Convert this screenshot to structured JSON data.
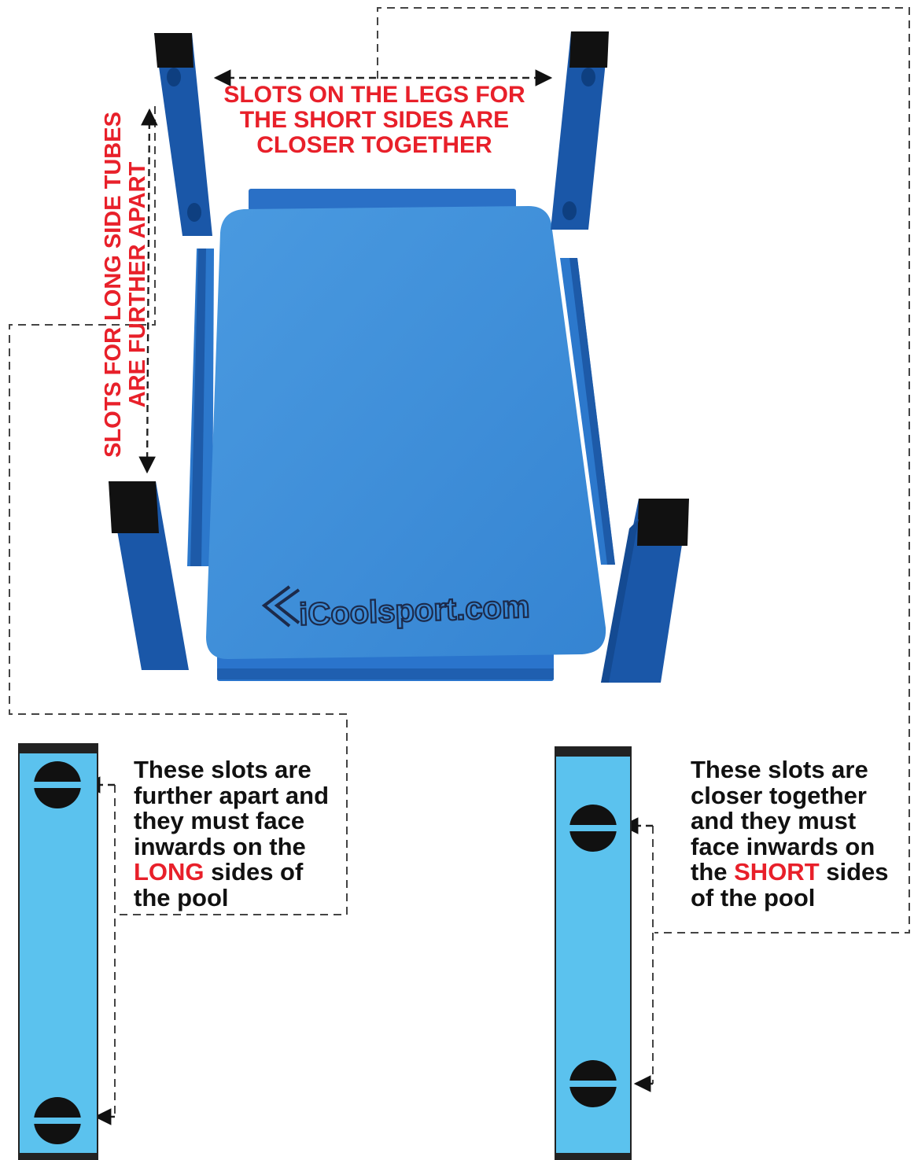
{
  "top_label": {
    "line1": "SLOTS ON THE LEGS FOR",
    "line2": "THE SHORT SIDES ARE",
    "line3": "CLOSER TOGETHER"
  },
  "side_label": {
    "line1": "SLOTS FOR LONG SIDE TUBES",
    "line2": "ARE FURTHER APART"
  },
  "brand": "iCoolsport.com",
  "left_note": {
    "line1": "These slots are",
    "line2": "further apart and",
    "line3": "they must face",
    "line4": "inwards on the",
    "line5_highlight": "LONG",
    "line5_rest": " sides of",
    "line6": "the pool"
  },
  "right_note": {
    "line1": "These slots are",
    "line2": "closer together",
    "line3": "and they must",
    "line4": "face inwards on",
    "line5_pre": "the ",
    "line5_highlight": "SHORT",
    "line5_rest": " sides",
    "line6": "of the pool"
  },
  "colors": {
    "label_red": "#e8202a",
    "pool_blue": "#3d8fd8",
    "leg_blue": "#1d63b8",
    "leg_light_blue": "#5bc2ee",
    "slot_black": "#111111"
  }
}
